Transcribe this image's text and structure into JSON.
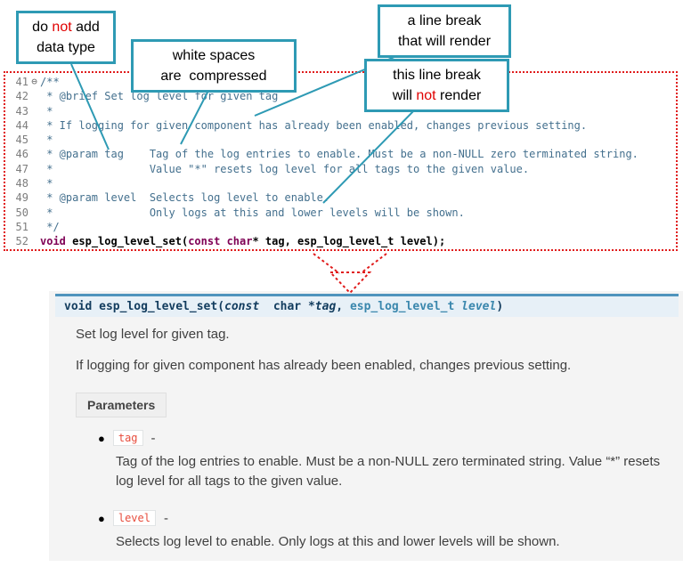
{
  "colors": {
    "teal": "#2e9ab4",
    "red": "#e01b1b",
    "accent_blue": "#4f94bd",
    "literal_red": "#e74c3c"
  },
  "callouts": {
    "no_datatype": {
      "l1a": "do ",
      "l1b": "not",
      "l1c": " add",
      "l2": "data type"
    },
    "whitespace": {
      "l1": "white spaces",
      "l2": "are  compressed"
    },
    "break_render": {
      "l1": "a line break",
      "l2": "that will render"
    },
    "break_norender": {
      "l1": "this line break",
      "l2a": "will ",
      "l2b": "not",
      "l2c": " render"
    }
  },
  "code": {
    "lines": [
      {
        "num": "41",
        "fold": "⊖",
        "seg": [
          {
            "t": "/**",
            "c": "cmt"
          }
        ]
      },
      {
        "num": "42",
        "seg": [
          {
            "t": " * @brief Set log level for given tag",
            "c": "cmt"
          }
        ]
      },
      {
        "num": "43",
        "seg": [
          {
            "t": " *",
            "c": "cmt"
          }
        ]
      },
      {
        "num": "44",
        "seg": [
          {
            "t": " * If logging for given component has already been enabled, changes previous setting.",
            "c": "cmt"
          }
        ]
      },
      {
        "num": "45",
        "seg": [
          {
            "t": " *",
            "c": "cmt"
          }
        ]
      },
      {
        "num": "46",
        "seg": [
          {
            "t": " * @param tag    Tag of the log entries to enable. Must be a non-NULL zero terminated string.",
            "c": "cmt"
          }
        ]
      },
      {
        "num": "47",
        "seg": [
          {
            "t": " *               Value \"*\" resets log level for all tags to the given value.",
            "c": "cmt"
          }
        ]
      },
      {
        "num": "48",
        "seg": [
          {
            "t": " *",
            "c": "cmt"
          }
        ]
      },
      {
        "num": "49",
        "seg": [
          {
            "t": " * @param level  Selects log level to enable.",
            "c": "cmt"
          }
        ]
      },
      {
        "num": "50",
        "seg": [
          {
            "t": " *               Only logs at this and lower levels will be shown.",
            "c": "cmt"
          }
        ]
      },
      {
        "num": "51",
        "seg": [
          {
            "t": " */",
            "c": "cmt"
          }
        ]
      },
      {
        "num": "52",
        "seg": [
          {
            "t": "void",
            "c": "kw"
          },
          {
            "t": " ",
            "c": "pl"
          },
          {
            "t": "esp_log_level_set",
            "c": "fn"
          },
          {
            "t": "(",
            "c": "pl"
          },
          {
            "t": "const",
            "c": "kw"
          },
          {
            "t": " ",
            "c": "pl"
          },
          {
            "t": "char",
            "c": "kw"
          },
          {
            "t": "* tag, esp_log_level_t level);",
            "c": "pl"
          }
        ]
      }
    ]
  },
  "doc": {
    "signature": [
      {
        "t": "void",
        "c": "s-kw"
      },
      {
        "t": " ",
        "c": "s-pl"
      },
      {
        "t": "esp_log_level_set",
        "c": "s-name"
      },
      {
        "t": "(",
        "c": "s-pl"
      },
      {
        "t": "const",
        "c": "s-kwi"
      },
      {
        "t": "  char *",
        "c": "s-pl"
      },
      {
        "t": "tag",
        "c": "s-par"
      },
      {
        "t": ", ",
        "c": "s-pl"
      },
      {
        "t": "esp_log_level_t",
        "c": "s-type"
      },
      {
        "t": " ",
        "c": "s-pl"
      },
      {
        "t": "level",
        "c": "s-part"
      },
      {
        "t": ")",
        "c": "s-pl"
      }
    ],
    "para1": "Set log level for given tag.",
    "para2": "If logging for given component has already been enabled, changes previous setting.",
    "parameters_label": "Parameters",
    "params": [
      {
        "name": "tag",
        "sep": "-",
        "desc": "Tag of the log entries to enable. Must be a non-NULL zero terminated string. Value “*” resets log level for all tags to the given value."
      },
      {
        "name": "level",
        "sep": "-",
        "desc": "Selects log level to enable. Only logs at this and lower levels will be shown."
      }
    ]
  }
}
